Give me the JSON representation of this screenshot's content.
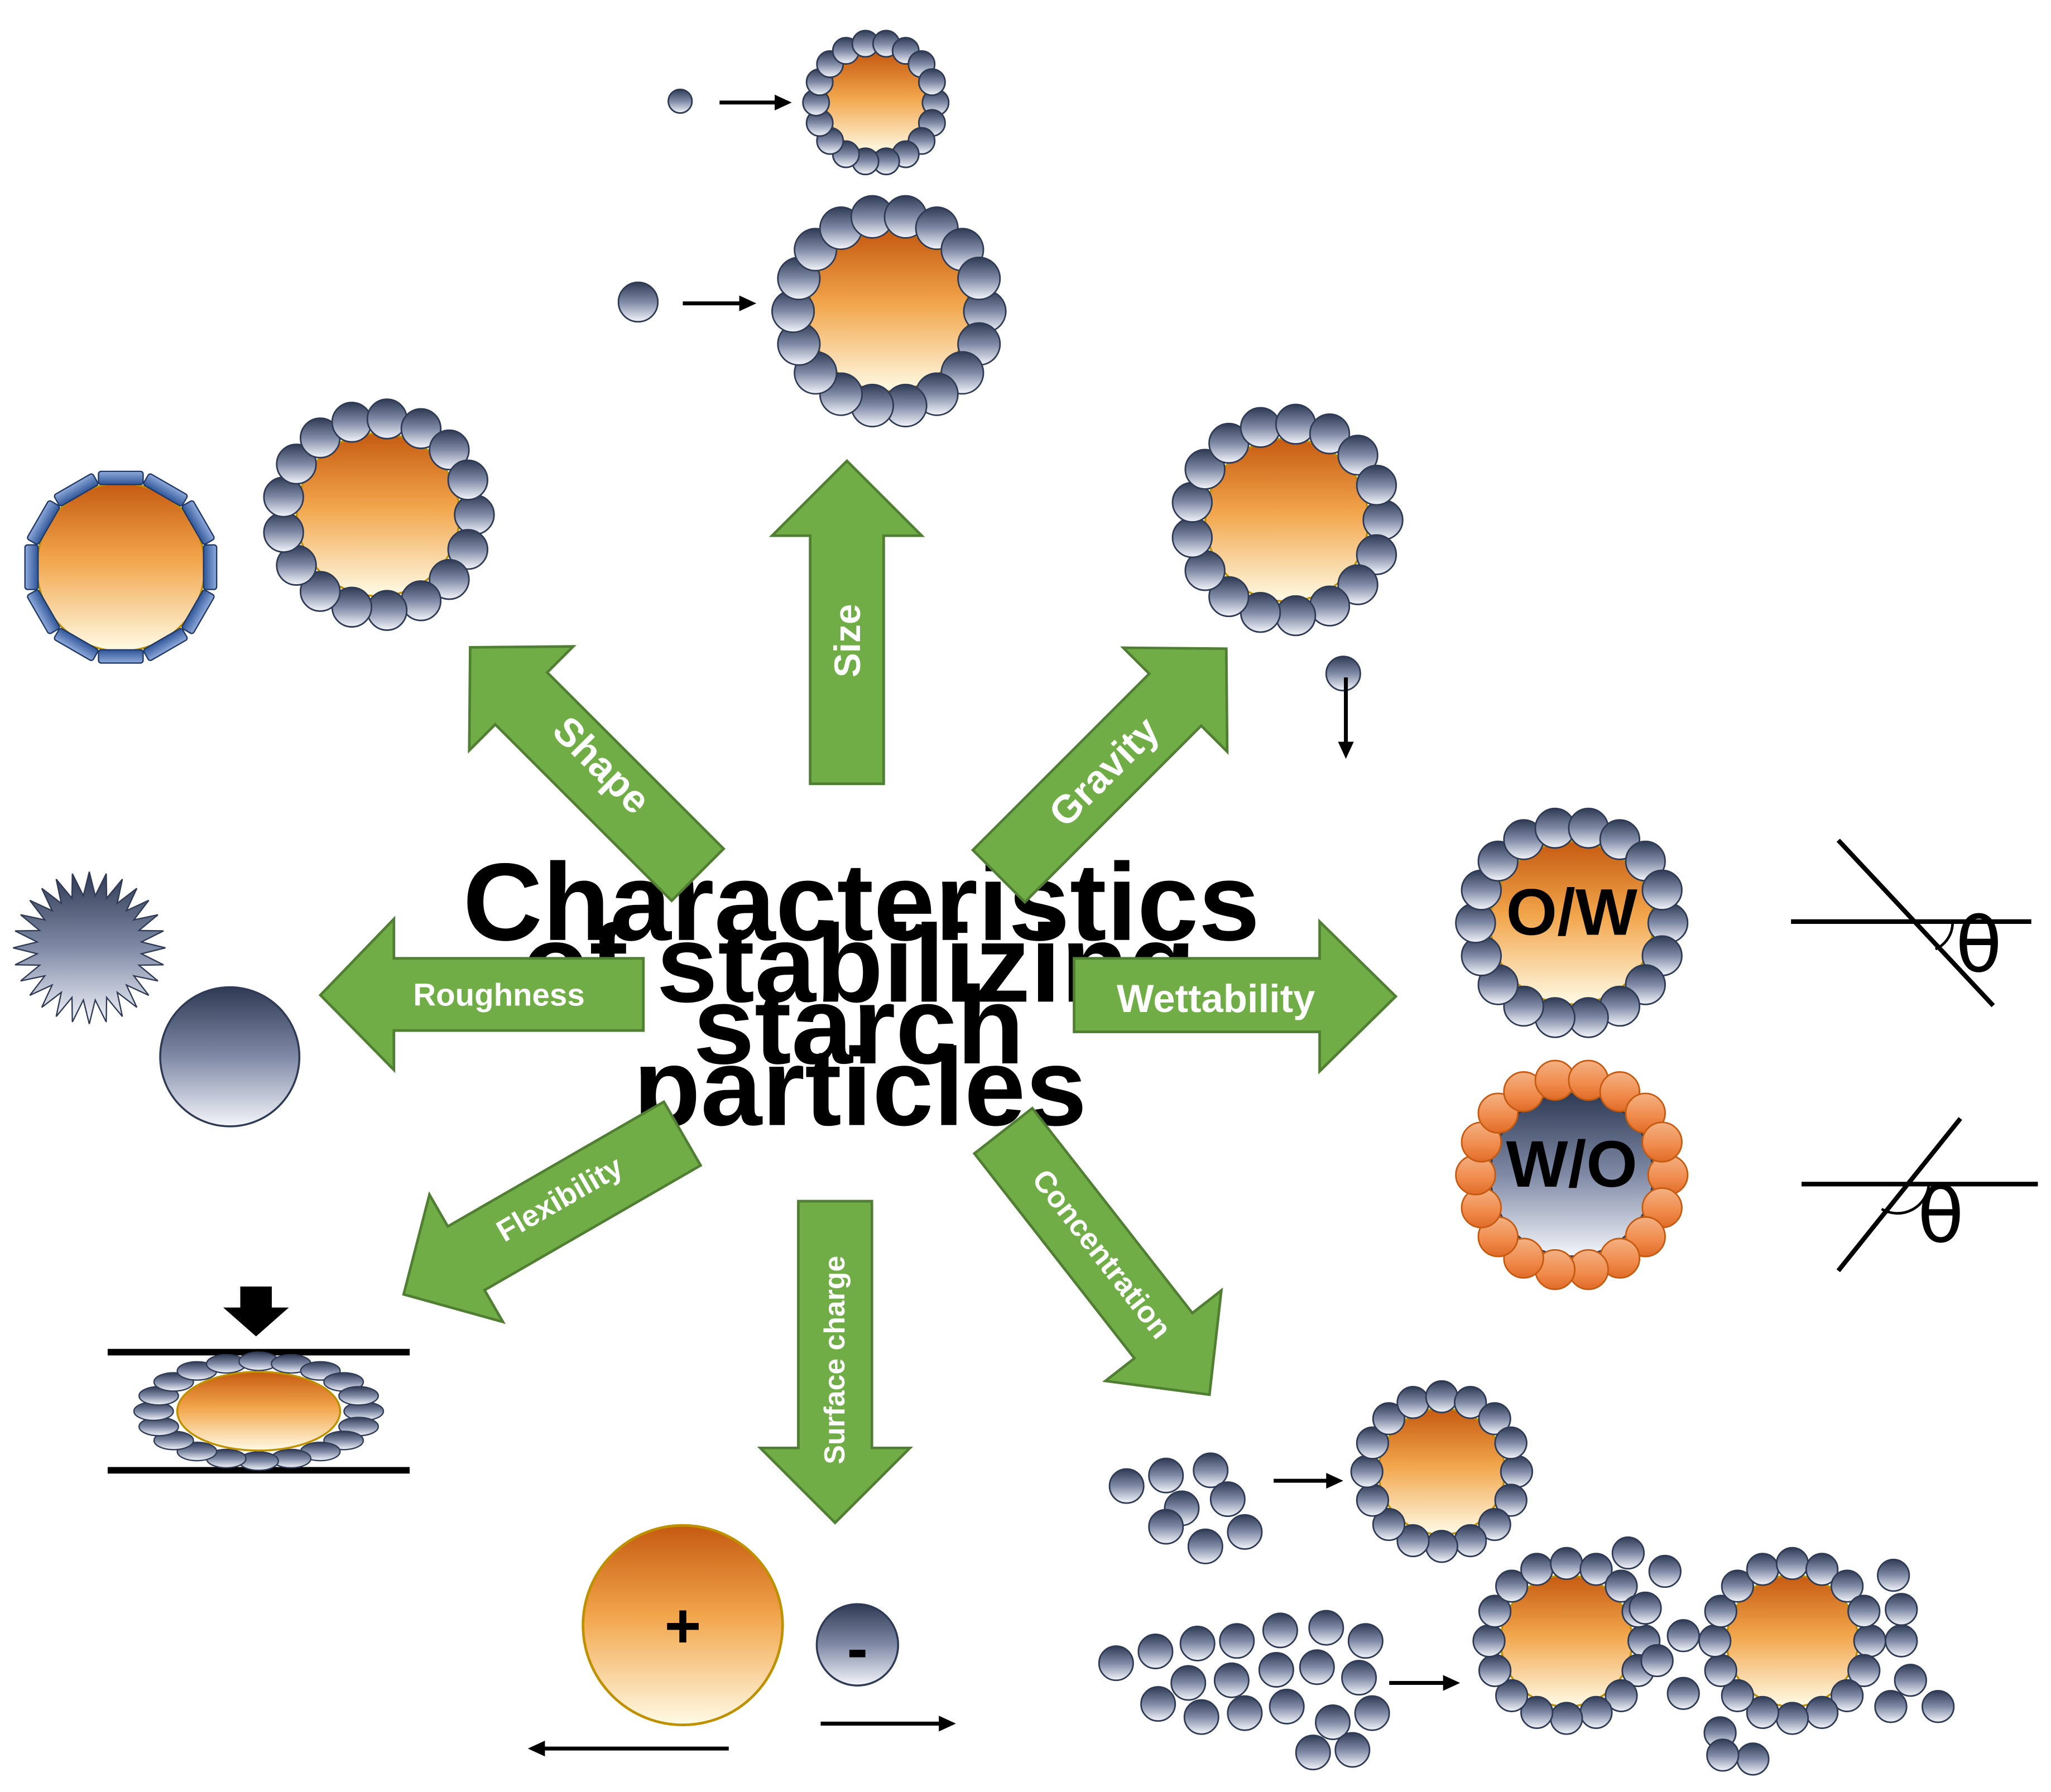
{
  "title_lines": [
    "Characteristics",
    "of stabilizing",
    "starch",
    "particles"
  ],
  "labels": {
    "size": "Size",
    "shape": "Shape",
    "gravity": "Gravity",
    "roughness": "Roughness",
    "wettability": "Wettability",
    "flexibility": "Flexibility",
    "surface_charge": "Surface charge",
    "concentration": "Concentration"
  },
  "emulsions": {
    "ow": "O/W",
    "wo": "W/O"
  },
  "theta": "θ",
  "charges": {
    "positive": "+",
    "negative": "-"
  },
  "colors": {
    "arrow": "#70ad47",
    "arrow_stroke": "#507e32",
    "droplet_top": "#c55a11",
    "droplet_bottom": "#fffbe6",
    "droplet_stroke": "#bf9000",
    "particle_dark": "#2f3b55",
    "particle_light": "#f4f6fb",
    "orange_particle": "#f08a4b",
    "plate_particle": "#4472c4"
  }
}
